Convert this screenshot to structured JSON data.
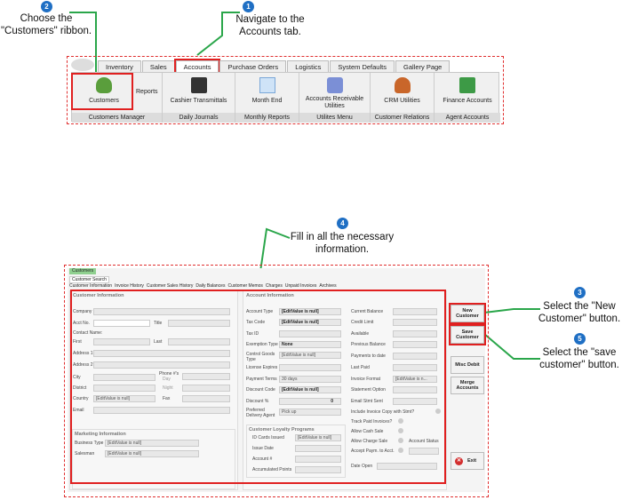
{
  "callouts": [
    {
      "num": "1",
      "text_l1": "Navigate to the",
      "text_l2": "Accounts tab."
    },
    {
      "num": "2",
      "text_l1": "Choose the",
      "text_l2": "\"Customers\" ribbon."
    },
    {
      "num": "3",
      "text_l1": "Select the \"New",
      "text_l2": "Customer\" button."
    },
    {
      "num": "4",
      "text_l1": "Fill in all the necessary",
      "text_l2": "information."
    },
    {
      "num": "5",
      "text_l1": "Select the \"save",
      "text_l2": "customer\" button."
    }
  ],
  "ribbon": {
    "tabs": [
      "Inventory",
      "Sales",
      "Accounts",
      "Purchase Orders",
      "Logistics",
      "System Defaults",
      "Gallery Page"
    ],
    "groups": [
      {
        "button": "Customers",
        "extra": "Reports",
        "group": "Customers Manager"
      },
      {
        "button": "Cashier Transmittals",
        "group": "Daily Journals"
      },
      {
        "button": "Month End",
        "group": "Monthly Reports"
      },
      {
        "button": "Accounts Receivable Utilities",
        "group": "Utilites Menu"
      },
      {
        "button": "CRM Utilities",
        "group": "Customer Relations"
      },
      {
        "button": "Finance Accounts",
        "group": "Agent Accounts"
      }
    ]
  },
  "form": {
    "window_tab": "Customers",
    "search_tab": "Customer Search",
    "subtabs": [
      "Customer Information",
      "Invoice History",
      "Customer Sales History",
      "Daily Balances",
      "Customer Memos",
      "Charges",
      "Unpaid Invoices",
      "Archives"
    ],
    "customer_info": {
      "title": "Customer Information",
      "labels": [
        "Company",
        "Acct No.",
        "Title",
        "Contact Name:",
        "First",
        "Last",
        "Address 1",
        "Address 2",
        "City",
        "Phone #'s",
        "Day",
        "Night",
        "District",
        "Fax",
        "Country",
        "Email"
      ],
      "country_value": "[EditValue is null]"
    },
    "marketing": {
      "title": "Marketing Information",
      "labels": [
        "Business Type",
        "Salesman"
      ],
      "value": "[EditValue is null]"
    },
    "account_info": {
      "title": "Account Information",
      "left_labels": [
        "Account Type",
        "Tax Code",
        "Tax ID",
        "Exemption Type",
        "Control Goods Type",
        "License Expires",
        "Payment Terms",
        "Discount Code",
        "Discount %",
        "Preferred Delivery Agent"
      ],
      "left_values": [
        "[EditValue is null]",
        "[EditValue is null]",
        "",
        "None",
        "[EditValue is null]",
        "",
        "30 days",
        "[EditValue is null]",
        "0",
        "Pick up"
      ],
      "right_labels": [
        "Current Balance",
        "Credit Limit",
        "Available",
        "Previous Balance",
        "Payments to date",
        "Last Paid",
        "Invoice Format",
        "Statement Option",
        "Email Stmt Sent",
        "Include Invoice Copy with Stmt?",
        "Track Paid Invoices?",
        "Allow Cash Sale",
        "Allow Charge Sale",
        "Account Status",
        "Accept Paym. to Acct.",
        "Date Open"
      ],
      "invoice_format_value": "[EditValue is n..."
    },
    "loyalty": {
      "title": "Customer Loyalty Programs",
      "labels": [
        "ID Cards Issued",
        "Issue Date",
        "Account #",
        "Accumulated Points"
      ],
      "value": "[EditValue is null]"
    },
    "side_buttons": [
      "New Customer",
      "Save Customer",
      "Misc Debit",
      "Merge Accounts",
      "Exit"
    ]
  },
  "colors": {
    "callout_blue": "#1f6fc4",
    "highlight_red": "#e02020",
    "arrow_green": "#2aa64a"
  }
}
